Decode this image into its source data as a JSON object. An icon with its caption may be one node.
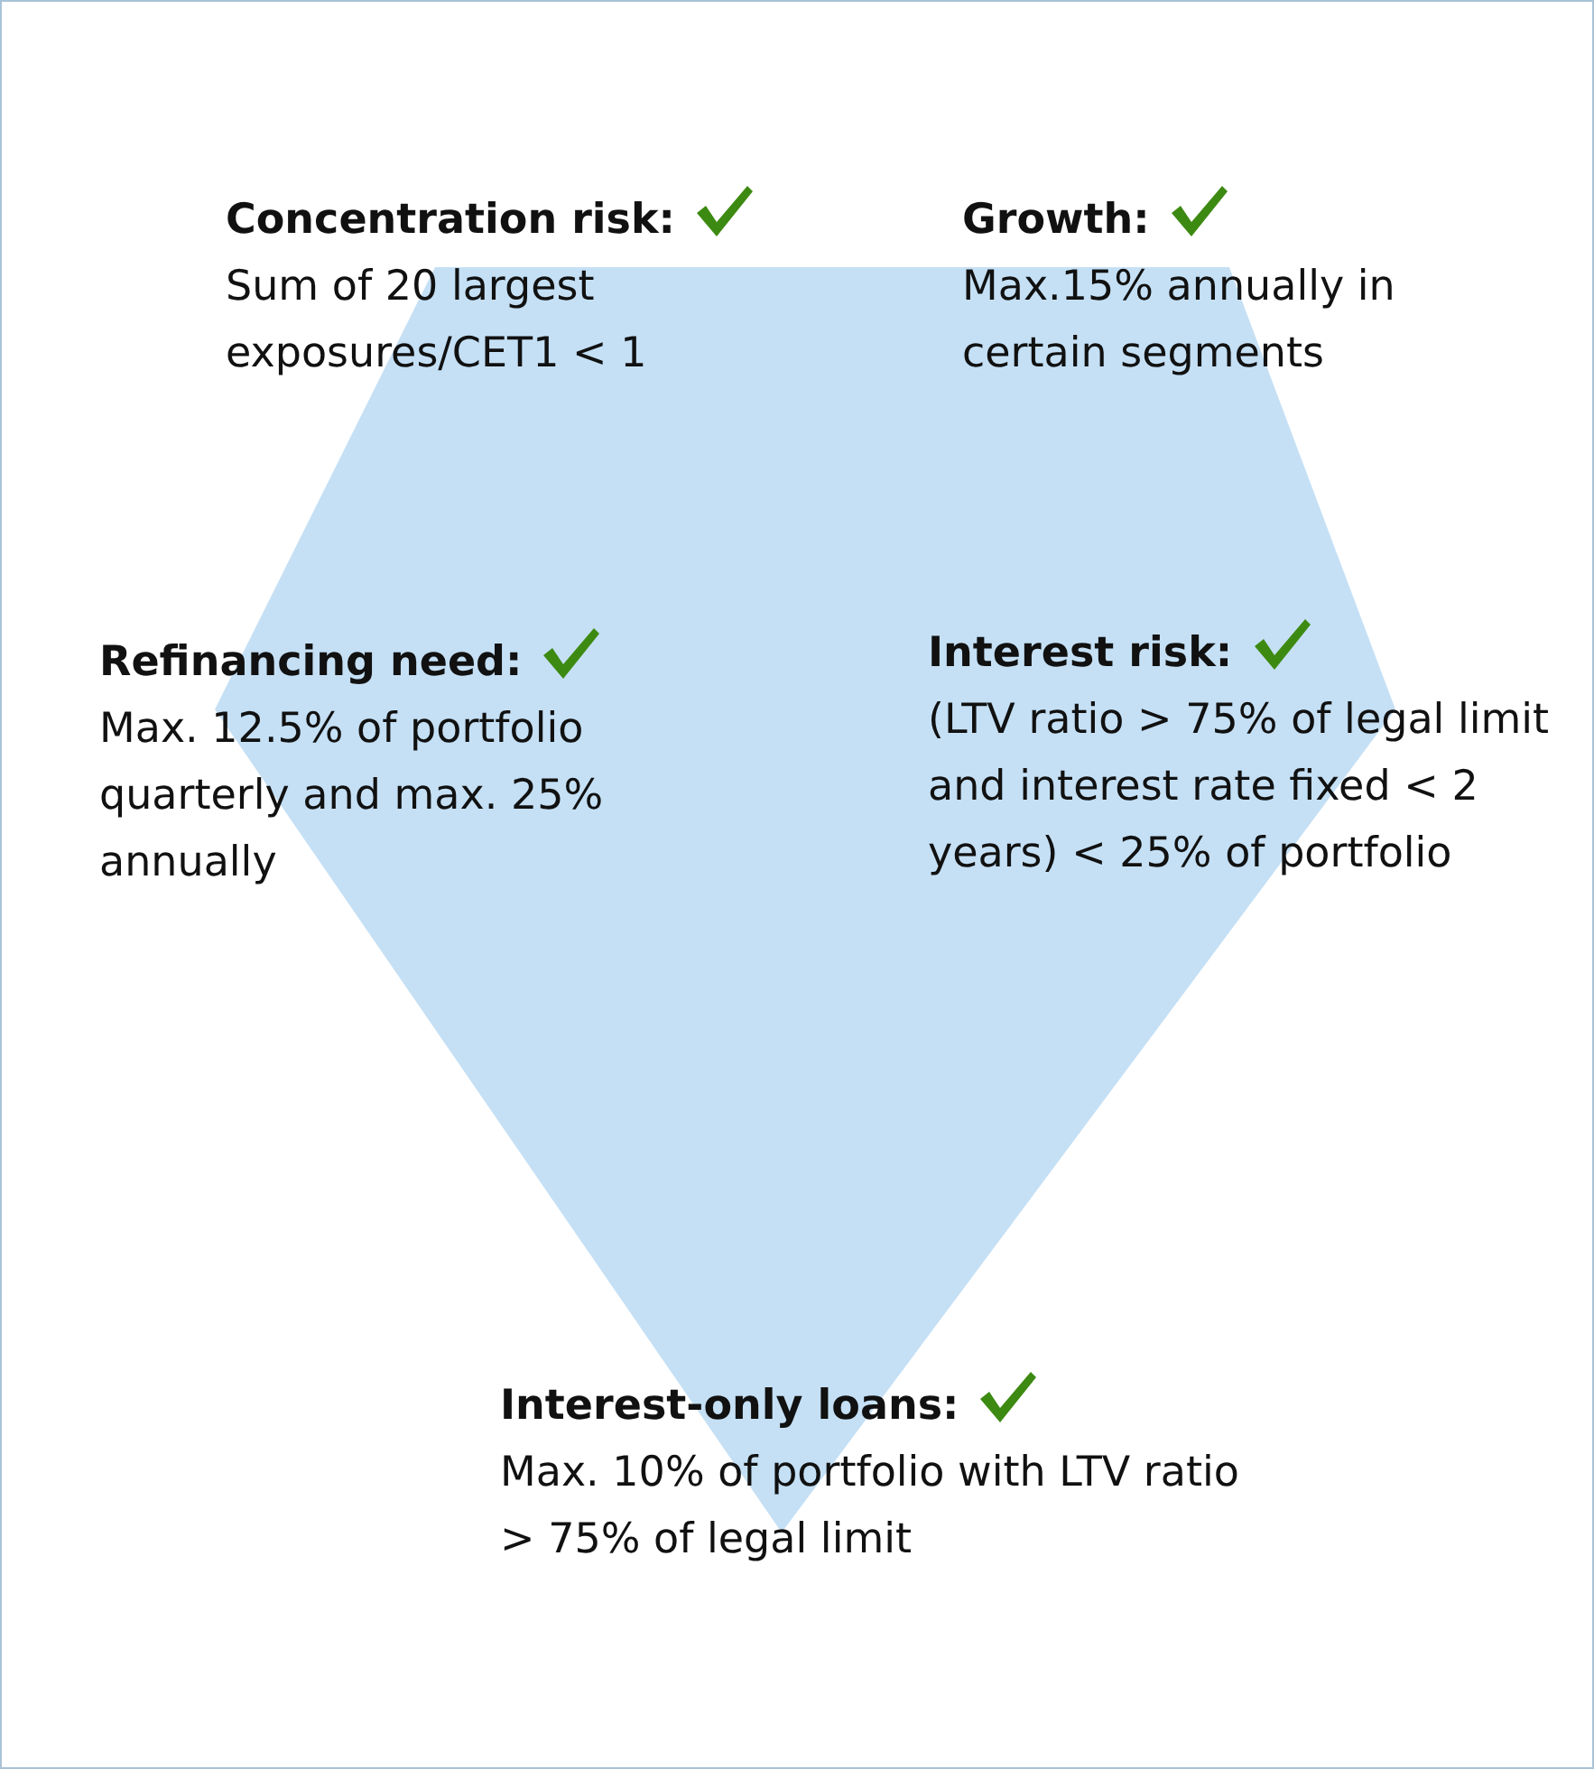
{
  "diagram": {
    "nodes": [
      {
        "text": [
          "Concentration risk:",
          "Sum of 20 largest exposures/CET1 < 1"
        ]
      },
      {
        "text": [
          "Growth:",
          "Max.15% annually in certain segments"
        ]
      },
      {
        "text": [
          "Refinancing need:",
          "Max. 12.5% of portfolio quarterly and max. 25% annually"
        ]
      },
      {
        "text": [
          "Interest risk:",
          "(LTV ratio > 75% of legal limit and interest rate fixed < 2 years) < 25% of portfolio"
        ]
      },
      {
        "text": [
          "Interest-only loans:",
          "Max. 10% of portfolio with LTV ratio > 75% of legal limit"
        ]
      }
    ]
  }
}
